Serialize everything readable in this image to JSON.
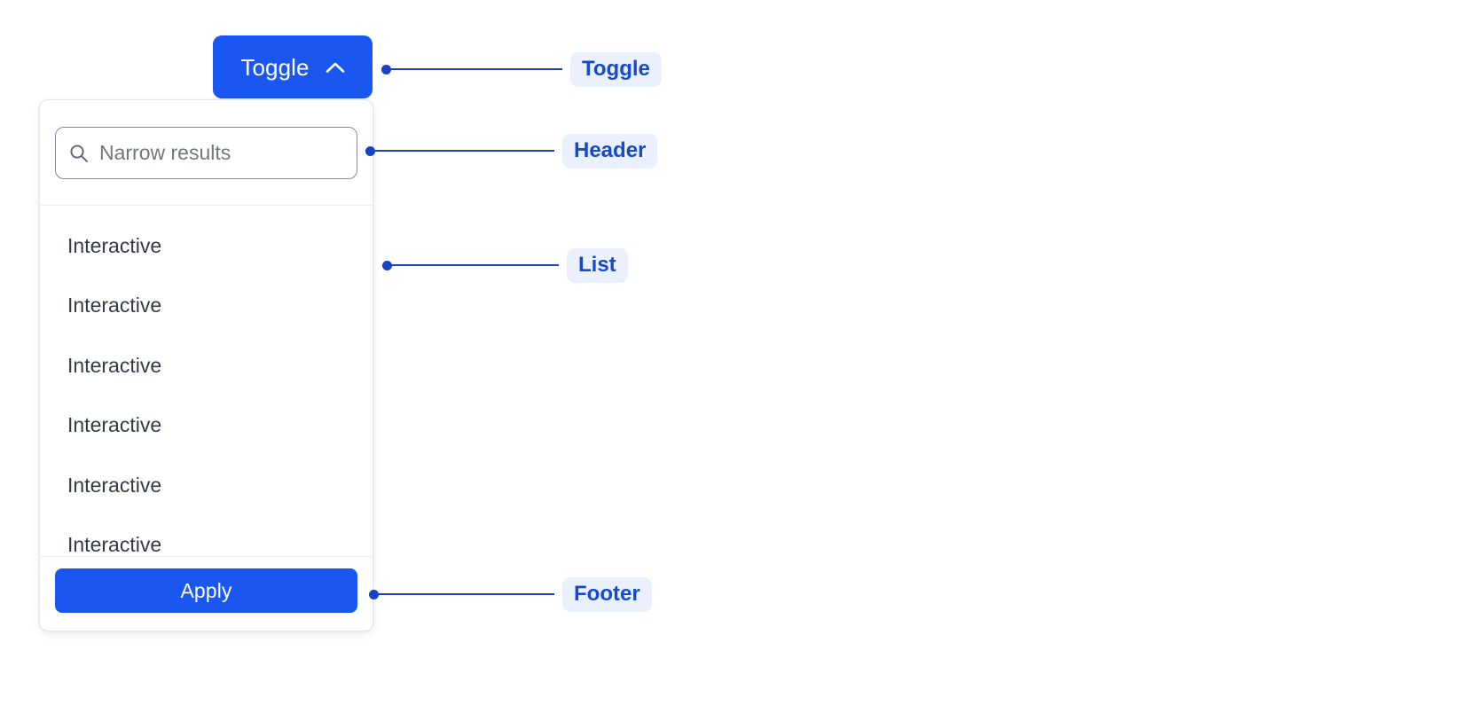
{
  "toggle": {
    "label": "Toggle",
    "icon": "chevron-up-icon",
    "background_color": "#1a56f0",
    "text_color": "#ffffff"
  },
  "panel": {
    "header": {
      "search": {
        "icon": "search-icon",
        "placeholder": "Narrow results",
        "value": ""
      }
    },
    "list": {
      "items": [
        {
          "label": "Interactive"
        },
        {
          "label": "Interactive"
        },
        {
          "label": "Interactive"
        },
        {
          "label": "Interactive"
        },
        {
          "label": "Interactive"
        },
        {
          "label": "Interactive"
        }
      ]
    },
    "footer": {
      "apply_label": "Apply",
      "background_color": "#1a56f0"
    }
  },
  "annotations": {
    "accent_color": "#1549cf",
    "pill_background": "#eaf0fd",
    "items": [
      {
        "label": "Toggle"
      },
      {
        "label": "Header"
      },
      {
        "label": "List"
      },
      {
        "label": "Footer"
      }
    ]
  }
}
